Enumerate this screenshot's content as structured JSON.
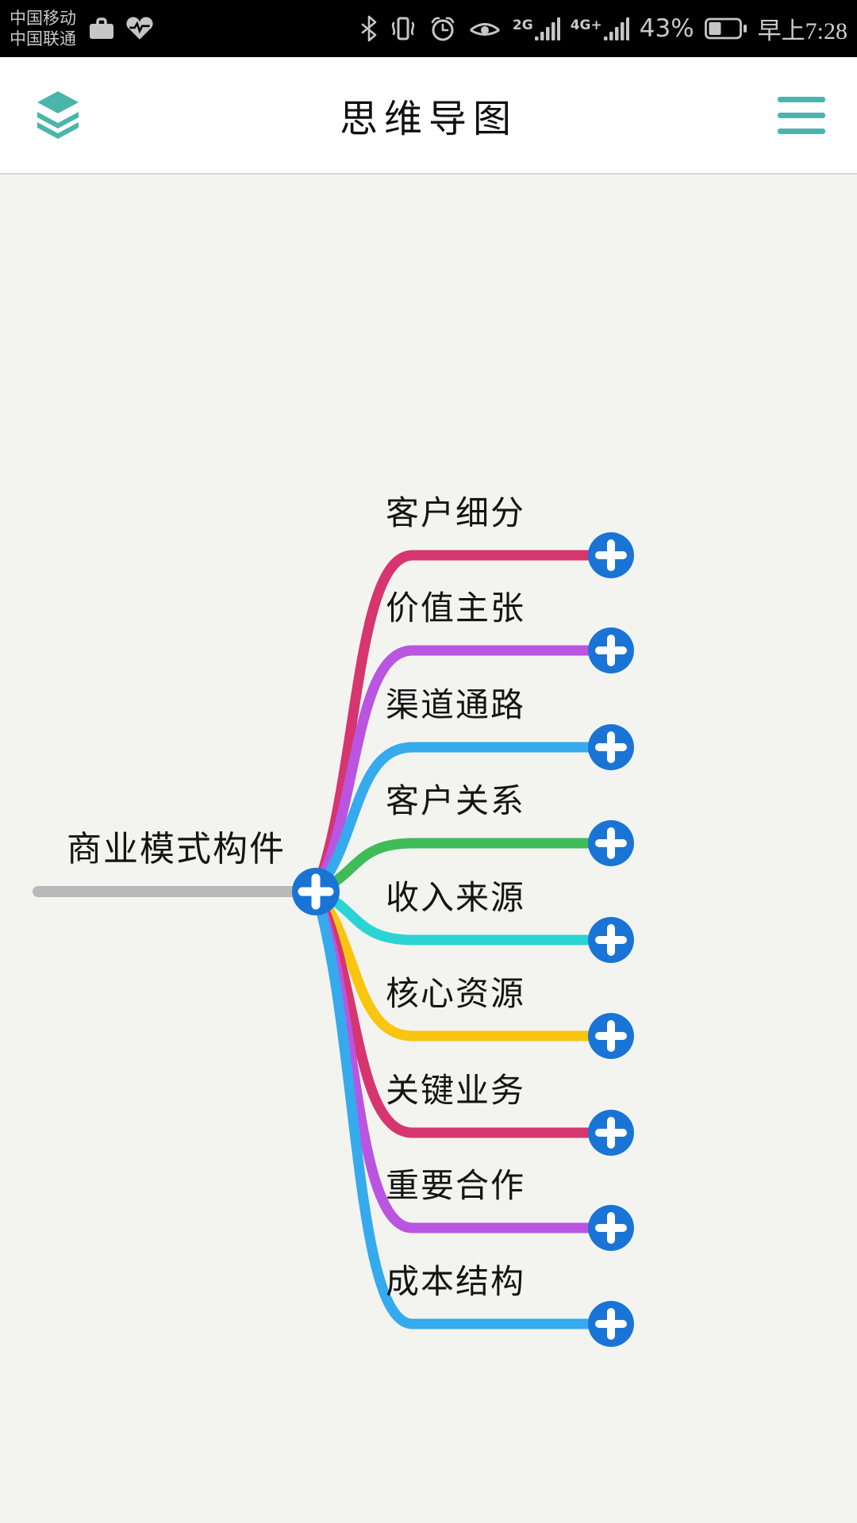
{
  "status_bar": {
    "carrier_line1": "中国移动",
    "carrier_line2": "中国联通",
    "network_labels": {
      "g2": "2G",
      "g4": "4G+"
    },
    "battery_percent": "43%",
    "time": "早上7:28",
    "icons": [
      "briefcase-icon",
      "health-heart-icon",
      "bluetooth-icon",
      "vibrate-icon",
      "alarm-icon",
      "eye-comfort-icon",
      "signal-bars-icon",
      "battery-icon"
    ]
  },
  "header": {
    "title": "思维导图",
    "accent_color": "#4ab5ab"
  },
  "mindmap": {
    "root": {
      "label": "商业模式构件",
      "line_color": "#b9b9b9"
    },
    "add_button_color": "#1a74d6",
    "children": [
      {
        "label": "客户细分",
        "color": "#d6356f"
      },
      {
        "label": "价值主张",
        "color": "#b955e1"
      },
      {
        "label": "渠道通路",
        "color": "#35aaec"
      },
      {
        "label": "客户关系",
        "color": "#3fbb58"
      },
      {
        "label": "收入来源",
        "color": "#2bd4d4"
      },
      {
        "label": "核心资源",
        "color": "#f9c50f"
      },
      {
        "label": "关键业务",
        "color": "#d6356f"
      },
      {
        "label": "重要合作",
        "color": "#b955e1"
      },
      {
        "label": "成本结构",
        "color": "#35aaec"
      }
    ]
  }
}
